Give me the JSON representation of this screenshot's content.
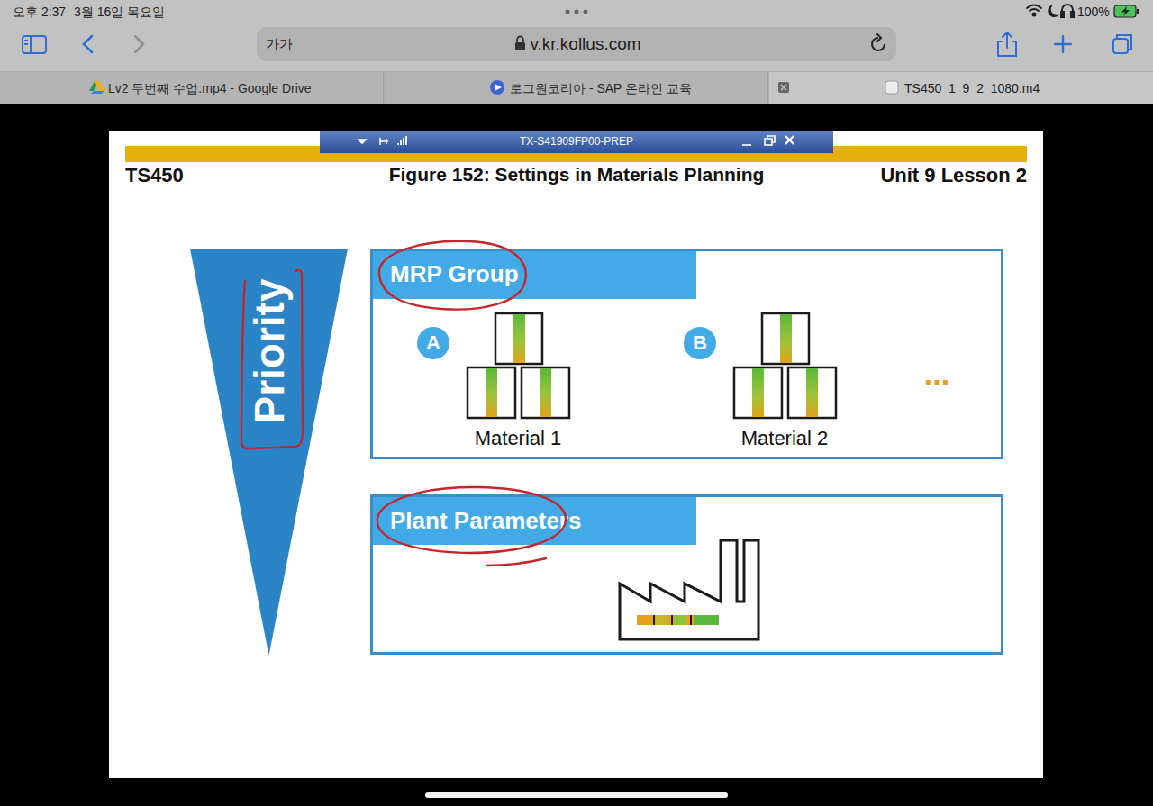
{
  "diagram": {
    "title": "Figure 152: Settings in Materials Planning",
    "nodes": [
      {
        "text": [
          "가가",
          "v.kr.kollus.com"
        ]
      },
      {
        "text": [
          "Lv2 두번째 수업.mp4 - Google Drive"
        ]
      },
      {
        "text": [
          "로그원코리아 - SAP 온라인 교육"
        ]
      },
      {
        "text": [
          "TS450_1_9_2_1080.m4"
        ]
      },
      {
        "text": [
          "TX-S41909FP00-PREP"
        ]
      },
      {
        "text": [
          "Priority"
        ]
      },
      {
        "text": [
          "MRP Group"
        ]
      },
      {
        "text": [
          "A"
        ],
        "in": 6
      },
      {
        "text": [
          "B"
        ],
        "in": 6
      },
      {
        "text": [
          "Plant Parameters"
        ]
      }
    ],
    "labels": [
      "오후 2:37",
      "3월 16일 목요일",
      "100%",
      "TS450",
      "Unit 9 Lesson 2",
      "Material 1",
      "Material 2",
      "..."
    ]
  }
}
